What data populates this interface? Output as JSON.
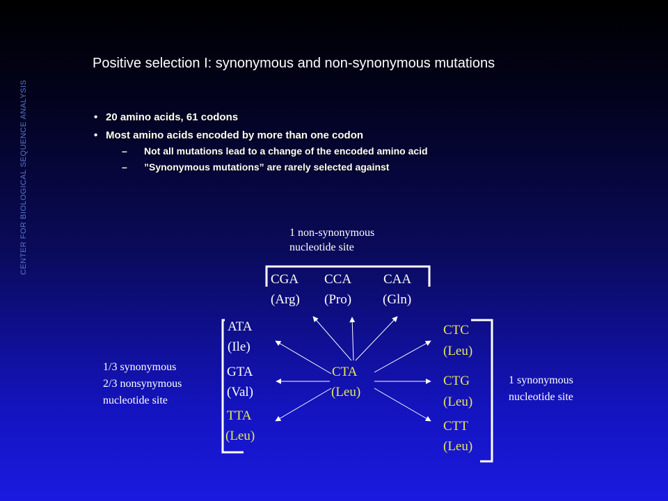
{
  "side_label": "CENTER FOR BIOLOGICAL SEQUENCE ANALYSIS",
  "title": "Positive selection I: synonymous and non-synonymous mutations",
  "bullets": [
    "20 amino acids, 61 codons",
    "Most amino acids encoded by more than one codon"
  ],
  "sub_bullets": [
    "Not all mutations lead to a change of the encoded amino acid",
    "”Synonymous mutations” are rarely selected against"
  ],
  "diagram": {
    "top_label_1": "1 non-synonymous",
    "top_label_2": "nucleotide site",
    "top_codons": [
      {
        "codon": "CGA",
        "aa": "(Arg)"
      },
      {
        "codon": "CCA",
        "aa": "(Pro)"
      },
      {
        "codon": "CAA",
        "aa": "(Gln)"
      }
    ],
    "center": {
      "codon": "CTA",
      "aa": "(Leu)"
    },
    "left_codons": [
      {
        "codon": "ATA",
        "aa": "(Ile)"
      },
      {
        "codon": "GTA",
        "aa": "(Val)"
      },
      {
        "codon": "TTA",
        "aa": "(Leu)"
      }
    ],
    "right_codons": [
      {
        "codon": "CTC",
        "aa": "(Leu)"
      },
      {
        "codon": "CTG",
        "aa": "(Leu)"
      },
      {
        "codon": "CTT",
        "aa": "(Leu)"
      }
    ],
    "left_label": [
      "1/3 synonymous",
      "2/3 nonsynymous",
      "nucleotide site"
    ],
    "right_label": [
      "1 synonymous",
      "nucleotide site"
    ]
  },
  "colors": {
    "synonymous": "#e8e85a",
    "text": "#ffffff",
    "side_label": "#5a78c8"
  }
}
